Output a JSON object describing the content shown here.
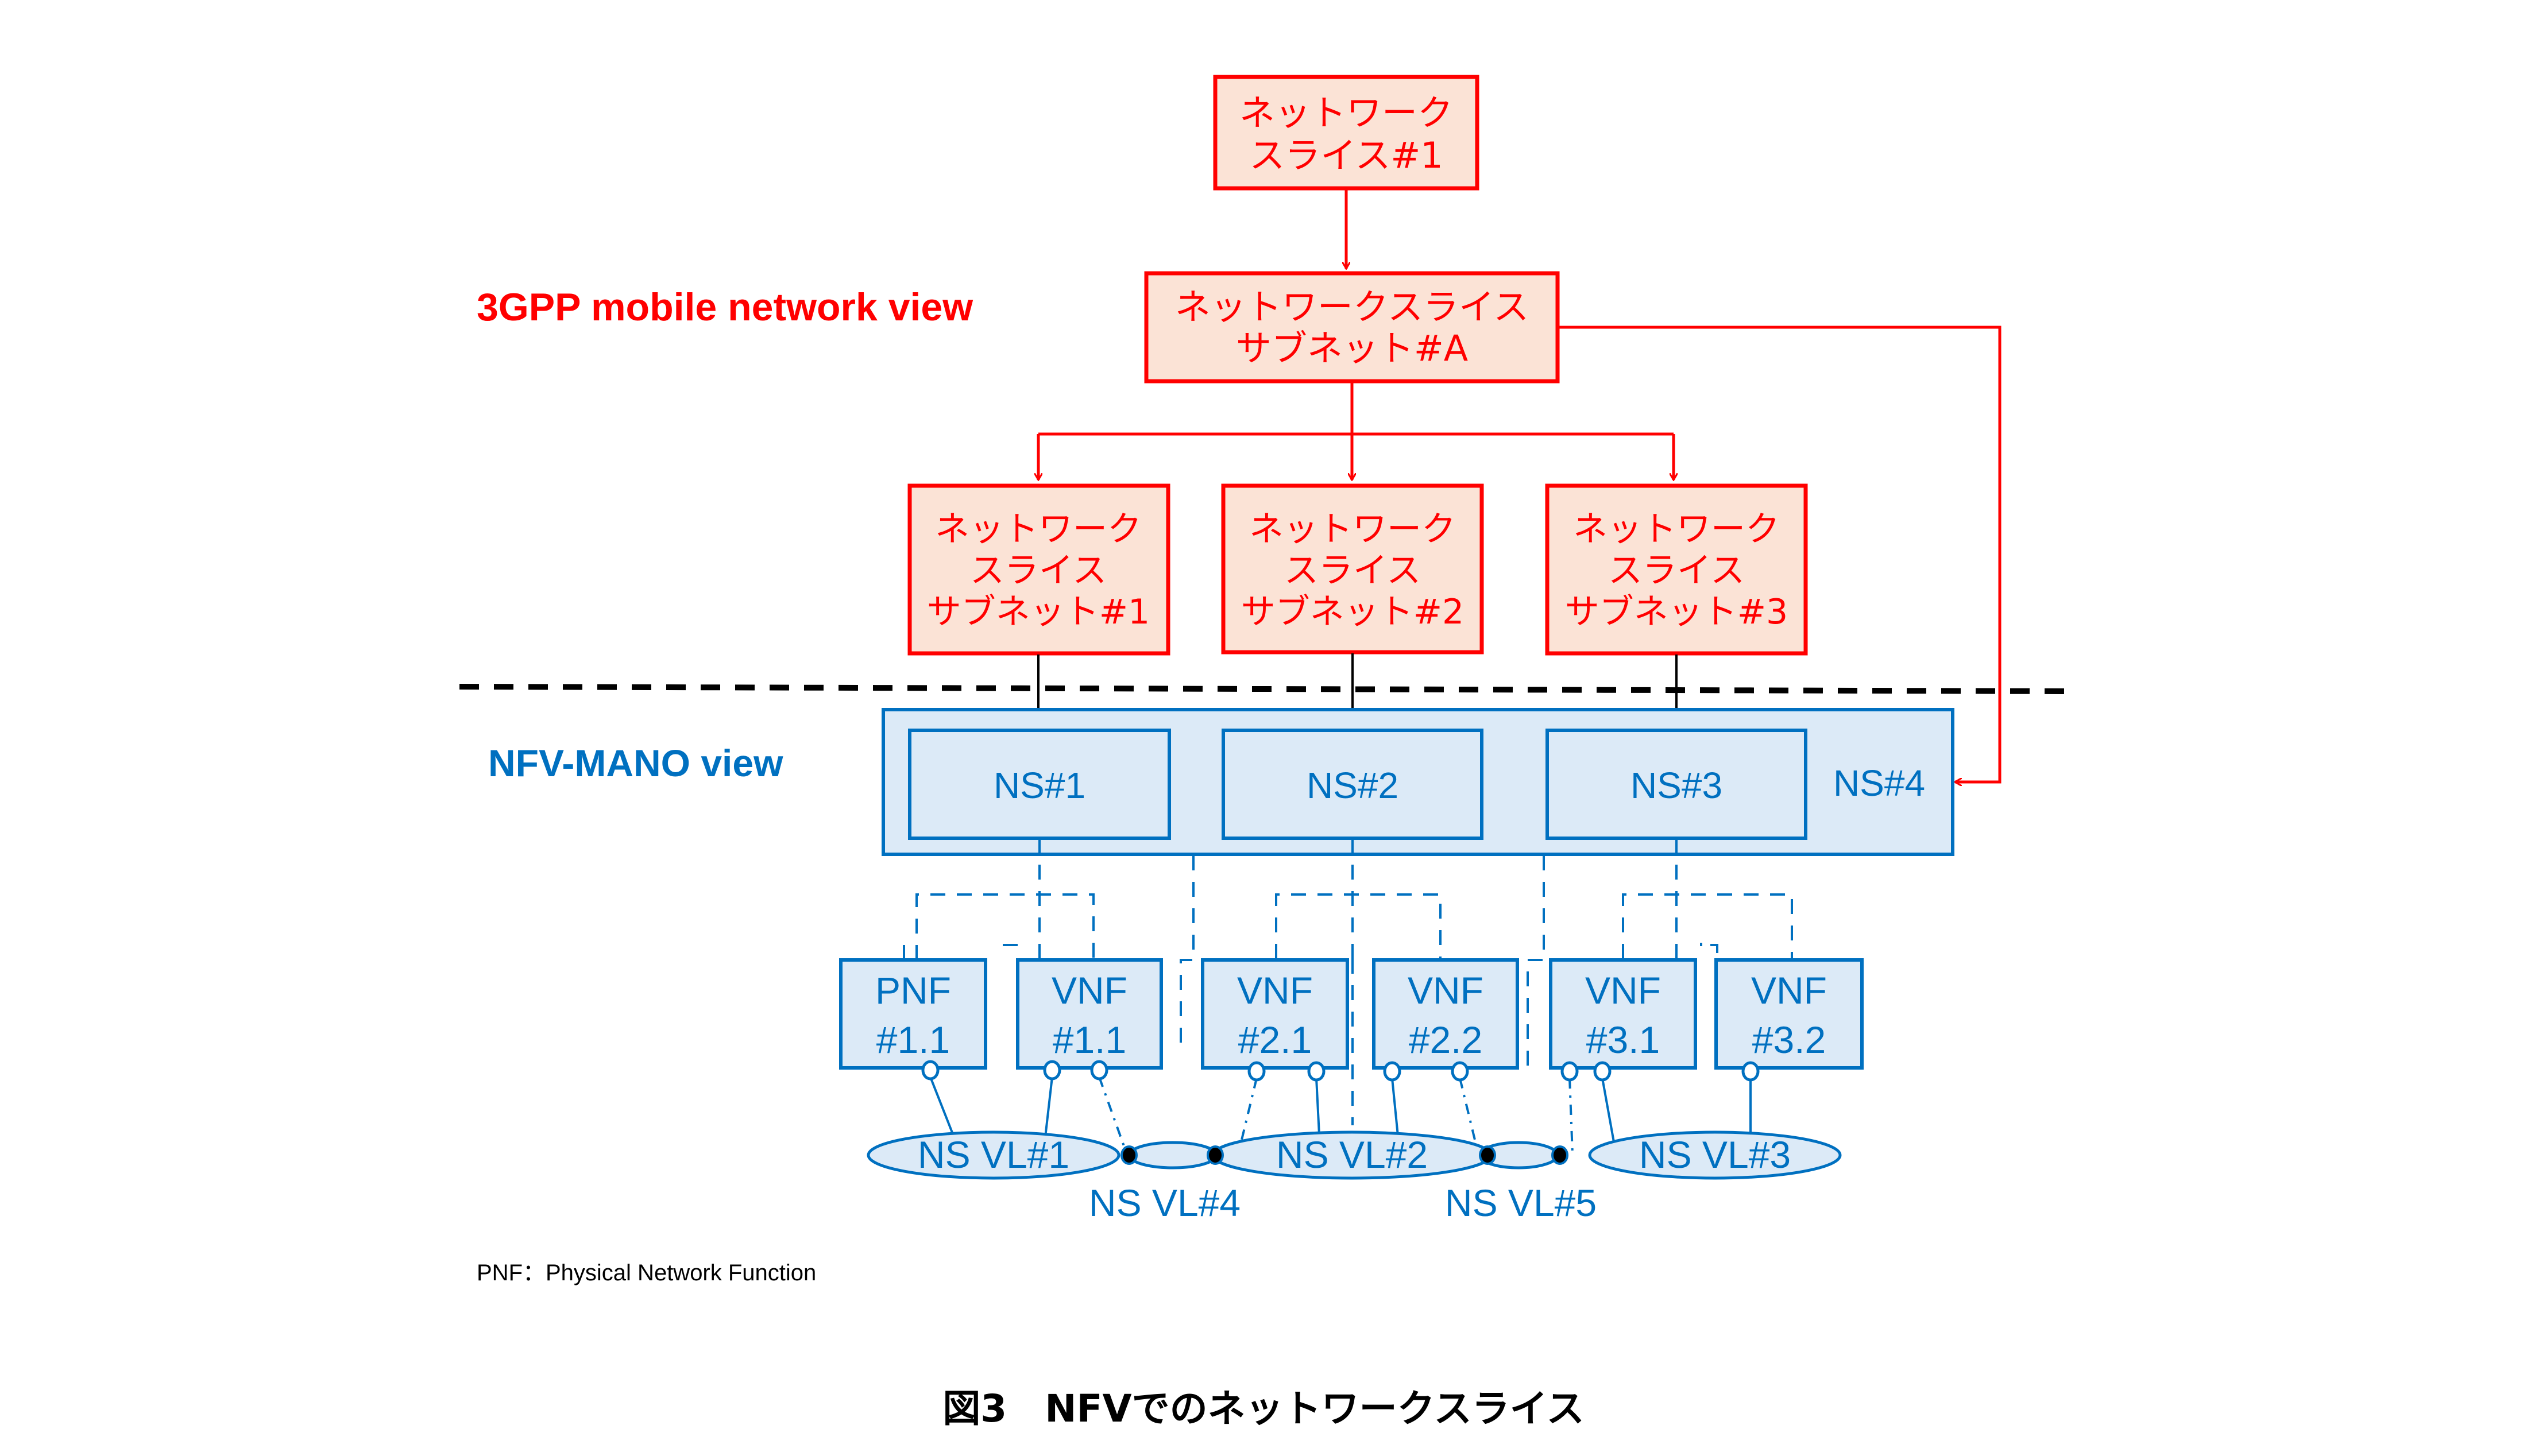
{
  "colors": {
    "red": "#ff0000",
    "red_fill": "#fbe3d6",
    "blue": "#0070c0",
    "blue_fill": "#dceaf7",
    "black": "#000000"
  },
  "labels": {
    "mobile_view": "3GPP mobile network view",
    "mano_view": "NFV-MANO view",
    "footnote": "PNF：Physical Network Function",
    "caption": "図3　NFVでのネットワークスライス"
  },
  "slice": {
    "lines": [
      "ネットワーク",
      "スライス#1"
    ]
  },
  "subnet_a": {
    "lines": [
      "ネットワークスライス",
      "サブネット#A"
    ]
  },
  "subnets": [
    {
      "lines": [
        "ネットワーク",
        "スライス",
        "サブネット#1"
      ]
    },
    {
      "lines": [
        "ネットワーク",
        "スライス",
        "サブネット#2"
      ]
    },
    {
      "lines": [
        "ネットワーク",
        "スライス",
        "サブネット#3"
      ]
    }
  ],
  "ns": {
    "outer": "NS#4",
    "inner": [
      "NS#1",
      "NS#2",
      "NS#3"
    ]
  },
  "functions": [
    {
      "lines": [
        "PNF",
        "#1.1"
      ]
    },
    {
      "lines": [
        "VNF",
        "#1.1"
      ]
    },
    {
      "lines": [
        "VNF",
        "#2.1"
      ]
    },
    {
      "lines": [
        "VNF",
        "#2.2"
      ]
    },
    {
      "lines": [
        "VNF",
        "#3.1"
      ]
    },
    {
      "lines": [
        "VNF",
        "#3.2"
      ]
    }
  ],
  "virtual_links": {
    "main": [
      "NS VL#1",
      "NS VL#2",
      "NS VL#3"
    ],
    "bridges": [
      "NS VL#4",
      "NS VL#5"
    ]
  }
}
